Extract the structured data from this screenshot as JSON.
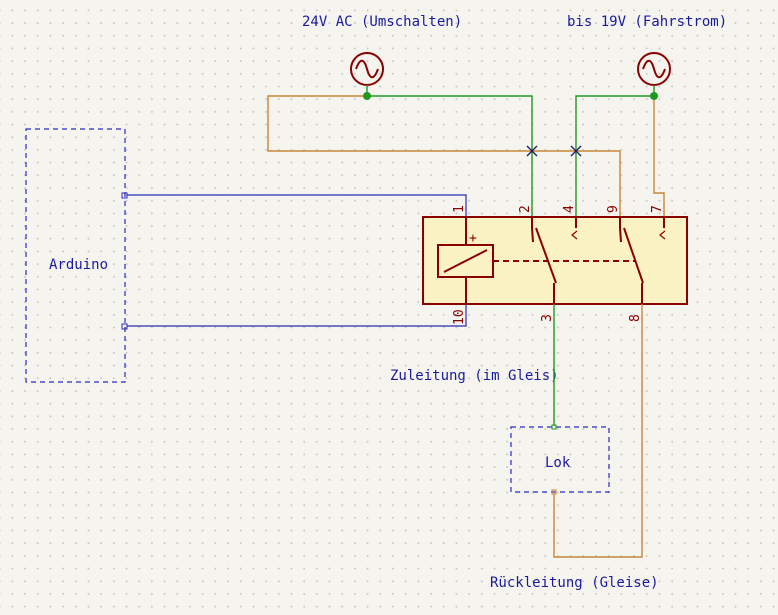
{
  "labels": {
    "source_ac": "24V AC (Umschalten)",
    "source_fahr": "bis 19V (Fahrstrom)",
    "arduino": "Arduino",
    "zuleitung": "Zuleitung (im Gleis)",
    "lok": "Lok",
    "rueckleitung": "Rückleitung (Gleise)"
  },
  "relay": {
    "plus": "+",
    "pins": {
      "p1": "1",
      "p2": "2",
      "p4": "4",
      "p9": "9",
      "p7": "7",
      "p10": "10",
      "p3": "3",
      "p8": "8"
    }
  },
  "colors": {
    "wire_green": "#1f9a1f",
    "wire_orange": "#c8873a",
    "wire_blue": "#2b2bb5",
    "component": "#8b0000",
    "relay_fill": "#fbf3c3",
    "label_blue": "#1a1aa0"
  }
}
